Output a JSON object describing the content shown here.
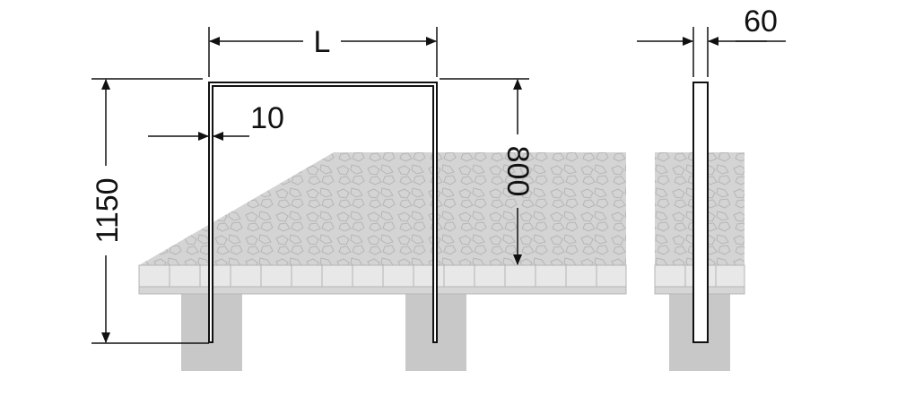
{
  "dimensions": {
    "width_label": "L",
    "height_label": "1150",
    "above_ground_label": "800",
    "bar_thickness_label": "10",
    "side_width_label": "60"
  },
  "colors": {
    "line": "#111111",
    "paving": "#d4d4d4",
    "paving_texture": "#b8b8b8",
    "curb": "#cfcfcf",
    "foundation": "#c8c8c8"
  }
}
